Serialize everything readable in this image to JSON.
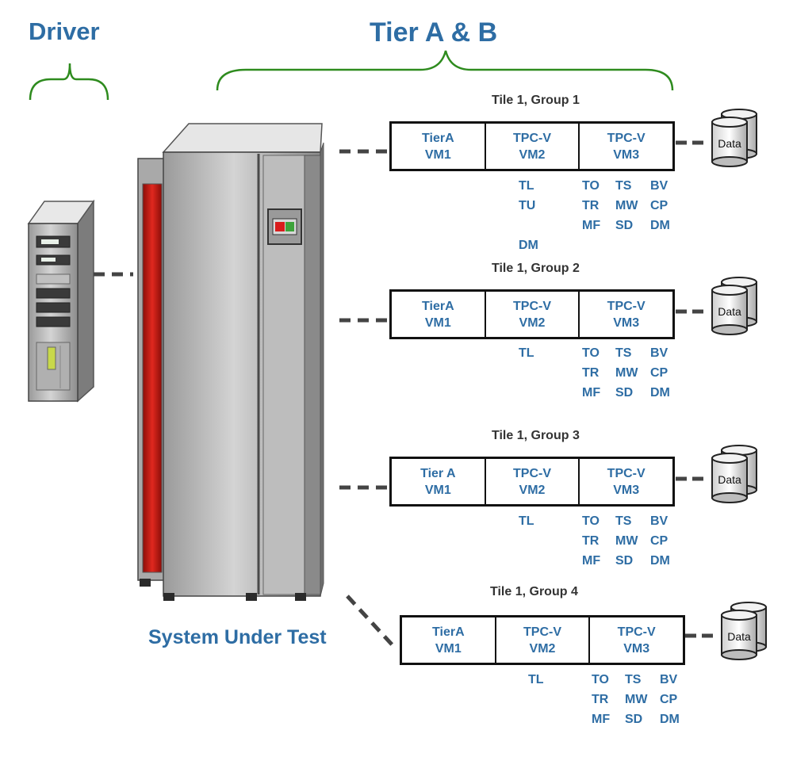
{
  "headings": {
    "driver": "Driver",
    "tier": "Tier A & B",
    "system_under_test": "System Under Test"
  },
  "colors": {
    "accent": "#2e6da4",
    "bracket": "#2e8b1e",
    "rack_red": "#d0201a"
  },
  "database_label": "Data",
  "groups": [
    {
      "title": "Tile 1, Group 1",
      "vms": [
        {
          "line1": "TierA",
          "line2": "VM1"
        },
        {
          "line1": "TPC-V",
          "line2": "VM2"
        },
        {
          "line1": "TPC-V",
          "line2": "VM3"
        }
      ],
      "vm2_services": [
        "TL",
        "TU",
        "",
        "DM"
      ],
      "vm3_services": [
        [
          "TO",
          "TS",
          "BV"
        ],
        [
          "TR",
          "MW",
          "CP"
        ],
        [
          "MF",
          "SD",
          "DM"
        ]
      ]
    },
    {
      "title": "Tile 1, Group 2",
      "vms": [
        {
          "line1": "TierA",
          "line2": "VM1"
        },
        {
          "line1": "TPC-V",
          "line2": "VM2"
        },
        {
          "line1": "TPC-V",
          "line2": "VM3"
        }
      ],
      "vm2_services": [
        "TL"
      ],
      "vm3_services": [
        [
          "TO",
          "TS",
          "BV"
        ],
        [
          "TR",
          "MW",
          "CP"
        ],
        [
          "MF",
          "SD",
          "DM"
        ]
      ]
    },
    {
      "title": "Tile 1, Group 3",
      "vms": [
        {
          "line1": "Tier A",
          "line2": "VM1"
        },
        {
          "line1": "TPC-V",
          "line2": "VM2"
        },
        {
          "line1": "TPC-V",
          "line2": "VM3"
        }
      ],
      "vm2_services": [
        "TL"
      ],
      "vm3_services": [
        [
          "TO",
          "TS",
          "BV"
        ],
        [
          "TR",
          "MW",
          "CP"
        ],
        [
          "MF",
          "SD",
          "DM"
        ]
      ]
    },
    {
      "title": "Tile 1, Group 4",
      "vms": [
        {
          "line1": "TierA",
          "line2": "VM1"
        },
        {
          "line1": "TPC-V",
          "line2": "VM2"
        },
        {
          "line1": "TPC-V",
          "line2": "VM3"
        }
      ],
      "vm2_services": [
        "TL"
      ],
      "vm3_services": [
        [
          "TO",
          "TS",
          "BV"
        ],
        [
          "TR",
          "MW",
          "CP"
        ],
        [
          "MF",
          "SD",
          "DM"
        ]
      ]
    }
  ]
}
